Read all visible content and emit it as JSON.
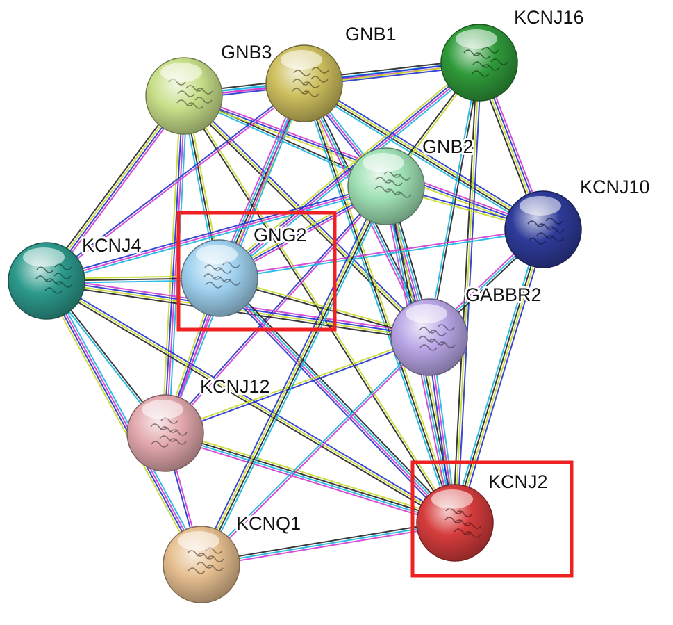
{
  "network": {
    "nodes": [
      {
        "id": "GNB3",
        "label": "GNB3",
        "color": "#c8df8a"
      },
      {
        "id": "GNB1",
        "label": "GNB1",
        "color": "#cdbf5e"
      },
      {
        "id": "KCNJ16",
        "label": "KCNJ16",
        "color": "#2f9a3a"
      },
      {
        "id": "GNB2",
        "label": "GNB2",
        "color": "#9fe0b4"
      },
      {
        "id": "KCNJ10",
        "label": "KCNJ10",
        "color": "#2e3b99"
      },
      {
        "id": "KCNJ4",
        "label": "KCNJ4",
        "color": "#2d9a8c"
      },
      {
        "id": "GNG2",
        "label": "GNG2",
        "color": "#9fd1ef"
      },
      {
        "id": "GABBR2",
        "label": "GABBR2",
        "color": "#b9a6e6"
      },
      {
        "id": "KCNJ12",
        "label": "KCNJ12",
        "color": "#e2a8ad"
      },
      {
        "id": "KCNJ2",
        "label": "KCNJ2",
        "color": "#d63c3c"
      },
      {
        "id": "KCNQ1",
        "label": "KCNQ1",
        "color": "#e6bf90"
      }
    ],
    "edges": [
      {
        "source": "GNB3",
        "target": "GNB1"
      },
      {
        "source": "GNB3",
        "target": "GNG2"
      },
      {
        "source": "GNB3",
        "target": "KCNJ4"
      },
      {
        "source": "GNB3",
        "target": "GNB2"
      },
      {
        "source": "GNB3",
        "target": "GABBR2"
      },
      {
        "source": "GNB3",
        "target": "KCNJ12"
      },
      {
        "source": "GNB3",
        "target": "KCNJ2"
      },
      {
        "source": "GNB3",
        "target": "KCNJ10"
      },
      {
        "source": "GNB3",
        "target": "KCNJ16"
      },
      {
        "source": "GNB1",
        "target": "KCNJ16"
      },
      {
        "source": "GNB1",
        "target": "GNB2"
      },
      {
        "source": "GNB1",
        "target": "GNG2"
      },
      {
        "source": "GNB1",
        "target": "KCNJ4"
      },
      {
        "source": "GNB1",
        "target": "GABBR2"
      },
      {
        "source": "GNB1",
        "target": "KCNJ10"
      },
      {
        "source": "GNB1",
        "target": "KCNJ12"
      },
      {
        "source": "GNB1",
        "target": "KCNJ2"
      },
      {
        "source": "KCNJ16",
        "target": "KCNJ10"
      },
      {
        "source": "KCNJ16",
        "target": "GABBR2"
      },
      {
        "source": "KCNJ16",
        "target": "KCNJ2"
      },
      {
        "source": "KCNJ16",
        "target": "GNG2"
      },
      {
        "source": "KCNJ16",
        "target": "GNB2"
      },
      {
        "source": "GNB2",
        "target": "GNG2"
      },
      {
        "source": "GNB2",
        "target": "GABBR2"
      },
      {
        "source": "GNB2",
        "target": "KCNJ10"
      },
      {
        "source": "GNB2",
        "target": "KCNJ4"
      },
      {
        "source": "GNB2",
        "target": "KCNJ2"
      },
      {
        "source": "GNB2",
        "target": "KCNJ12"
      },
      {
        "source": "KCNJ10",
        "target": "GABBR2"
      },
      {
        "source": "KCNJ10",
        "target": "KCNJ2"
      },
      {
        "source": "KCNJ10",
        "target": "GNG2"
      },
      {
        "source": "KCNJ4",
        "target": "GNG2"
      },
      {
        "source": "KCNJ4",
        "target": "GABBR2"
      },
      {
        "source": "KCNJ4",
        "target": "KCNJ12"
      },
      {
        "source": "KCNJ4",
        "target": "KCNJ2"
      },
      {
        "source": "KCNJ4",
        "target": "KCNQ1"
      },
      {
        "source": "GNG2",
        "target": "GABBR2"
      },
      {
        "source": "GNG2",
        "target": "KCNJ12"
      },
      {
        "source": "GNG2",
        "target": "KCNJ2"
      },
      {
        "source": "GABBR2",
        "target": "KCNJ12"
      },
      {
        "source": "GABBR2",
        "target": "KCNJ2"
      },
      {
        "source": "KCNJ12",
        "target": "KCNJ2"
      },
      {
        "source": "KCNJ12",
        "target": "KCNQ1"
      },
      {
        "source": "KCNQ1",
        "target": "KCNJ2"
      },
      {
        "source": "KCNQ1",
        "target": "GNB2"
      },
      {
        "source": "KCNQ1",
        "target": "GABBR2"
      }
    ],
    "edge_colors": [
      "#17b6e0",
      "#c9d92a",
      "#d13ad1",
      "#222222",
      "#2233cc"
    ],
    "highlighted": [
      {
        "node": "GNG2",
        "color": "#ee2222"
      },
      {
        "node": "KCNJ2",
        "color": "#ee2222"
      }
    ]
  }
}
